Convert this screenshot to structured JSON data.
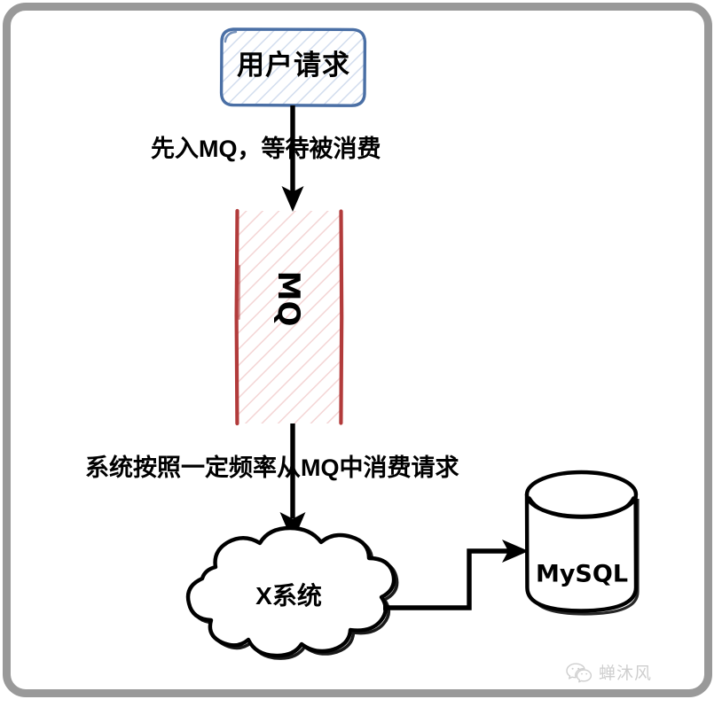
{
  "frame": {
    "border_color": "#999999"
  },
  "nodes": {
    "user_request": {
      "label": "用户请求",
      "stroke": "#4a6fa5",
      "fill": "#e8eef7",
      "shape": "rounded-rect"
    },
    "mq": {
      "label": "MQ",
      "stroke": "#b23b3b",
      "fill": "#f9dede",
      "shape": "vertical-queue"
    },
    "x_system": {
      "label": "X系统",
      "stroke": "#000000",
      "shape": "cloud"
    },
    "mysql": {
      "label": "MySQL",
      "stroke": "#000000",
      "shape": "cylinder"
    }
  },
  "edges": {
    "user_to_mq": {
      "label": "先入MQ，等待被消费",
      "from": "user_request",
      "to": "mq"
    },
    "mq_to_system": {
      "label": "系统按照一定频率从MQ中消费请求",
      "from": "mq",
      "to": "x_system"
    },
    "system_to_mysql": {
      "label": "",
      "from": "x_system",
      "to": "mysql"
    }
  },
  "watermark": {
    "icon": "wechat-icon",
    "label": "蝉沐风",
    "color": "#8d8d8d"
  }
}
